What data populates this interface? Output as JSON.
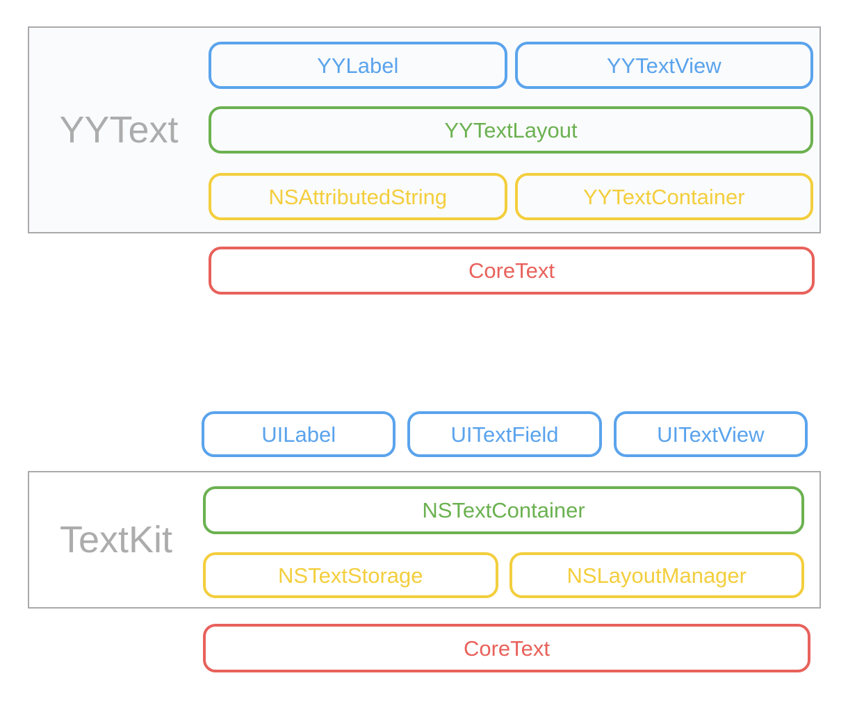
{
  "colors": {
    "blue": "#5aa3ec",
    "green": "#6bb150",
    "yellow": "#f3ce3d",
    "red": "#e8615b",
    "group_border": "#a9a9ac",
    "group_label_gray": "#acacac",
    "yytext_group_bg": "#fafbfd",
    "textkit_group_bg": "#ffffff"
  },
  "groups": {
    "yytext_label": "YYText",
    "textkit_label": "TextKit"
  },
  "nodes": {
    "yylabel": "YYLabel",
    "yytextview": "YYTextView",
    "yytextlayout": "YYTextLayout",
    "nsattributedstring": "NSAttributedString",
    "yytextcontainer": "YYTextContainer",
    "coretext_top": "CoreText",
    "uilabel": "UILabel",
    "uitextfield": "UITextField",
    "uitextview": "UITextView",
    "nstextcontainer": "NSTextContainer",
    "nstextstorage": "NSTextStorage",
    "nslayoutmanager": "NSLayoutManager",
    "coretext_bottom": "CoreText"
  }
}
